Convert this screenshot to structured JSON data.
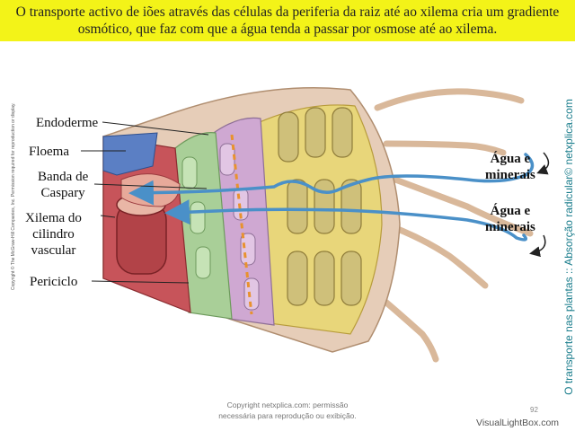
{
  "banner": {
    "line1": "O transporte activo de iões através das células da periferia da raiz até ao xilema cria um gradiente",
    "line2": "osmótico, que faz com que a água tenda a passar por osmose até ao xilema."
  },
  "labels": {
    "endoderme": "Endoderme",
    "floema": "Floema",
    "banda1": "Banda de",
    "banda2": "Caspary",
    "xilema1": "Xilema do",
    "xilema2": "cilindro",
    "xilema3": "vascular",
    "periciclo": "Periciclo"
  },
  "minerals": [
    {
      "line1": "Água e",
      "line2": "minerais"
    },
    {
      "line1": "Água e",
      "line2": "minerais"
    }
  ],
  "copyright_left": "Copyright © The McGraw-Hill Companies, Inc. Permission required for reproduction or display.",
  "vertical_title": "O transporte nas plantas :: Absorção radicular© netxplica.com",
  "footer": {
    "line1": "Copyright netxplica.com: permissão",
    "line2": "necessária para reprodução ou exibição."
  },
  "page_number": "92",
  "watermark": "VisualLightBox.com",
  "colors": {
    "banner": "#f3f318",
    "flow_arrow": "#4a90c8",
    "vertical_title": "#1a7d8c"
  }
}
